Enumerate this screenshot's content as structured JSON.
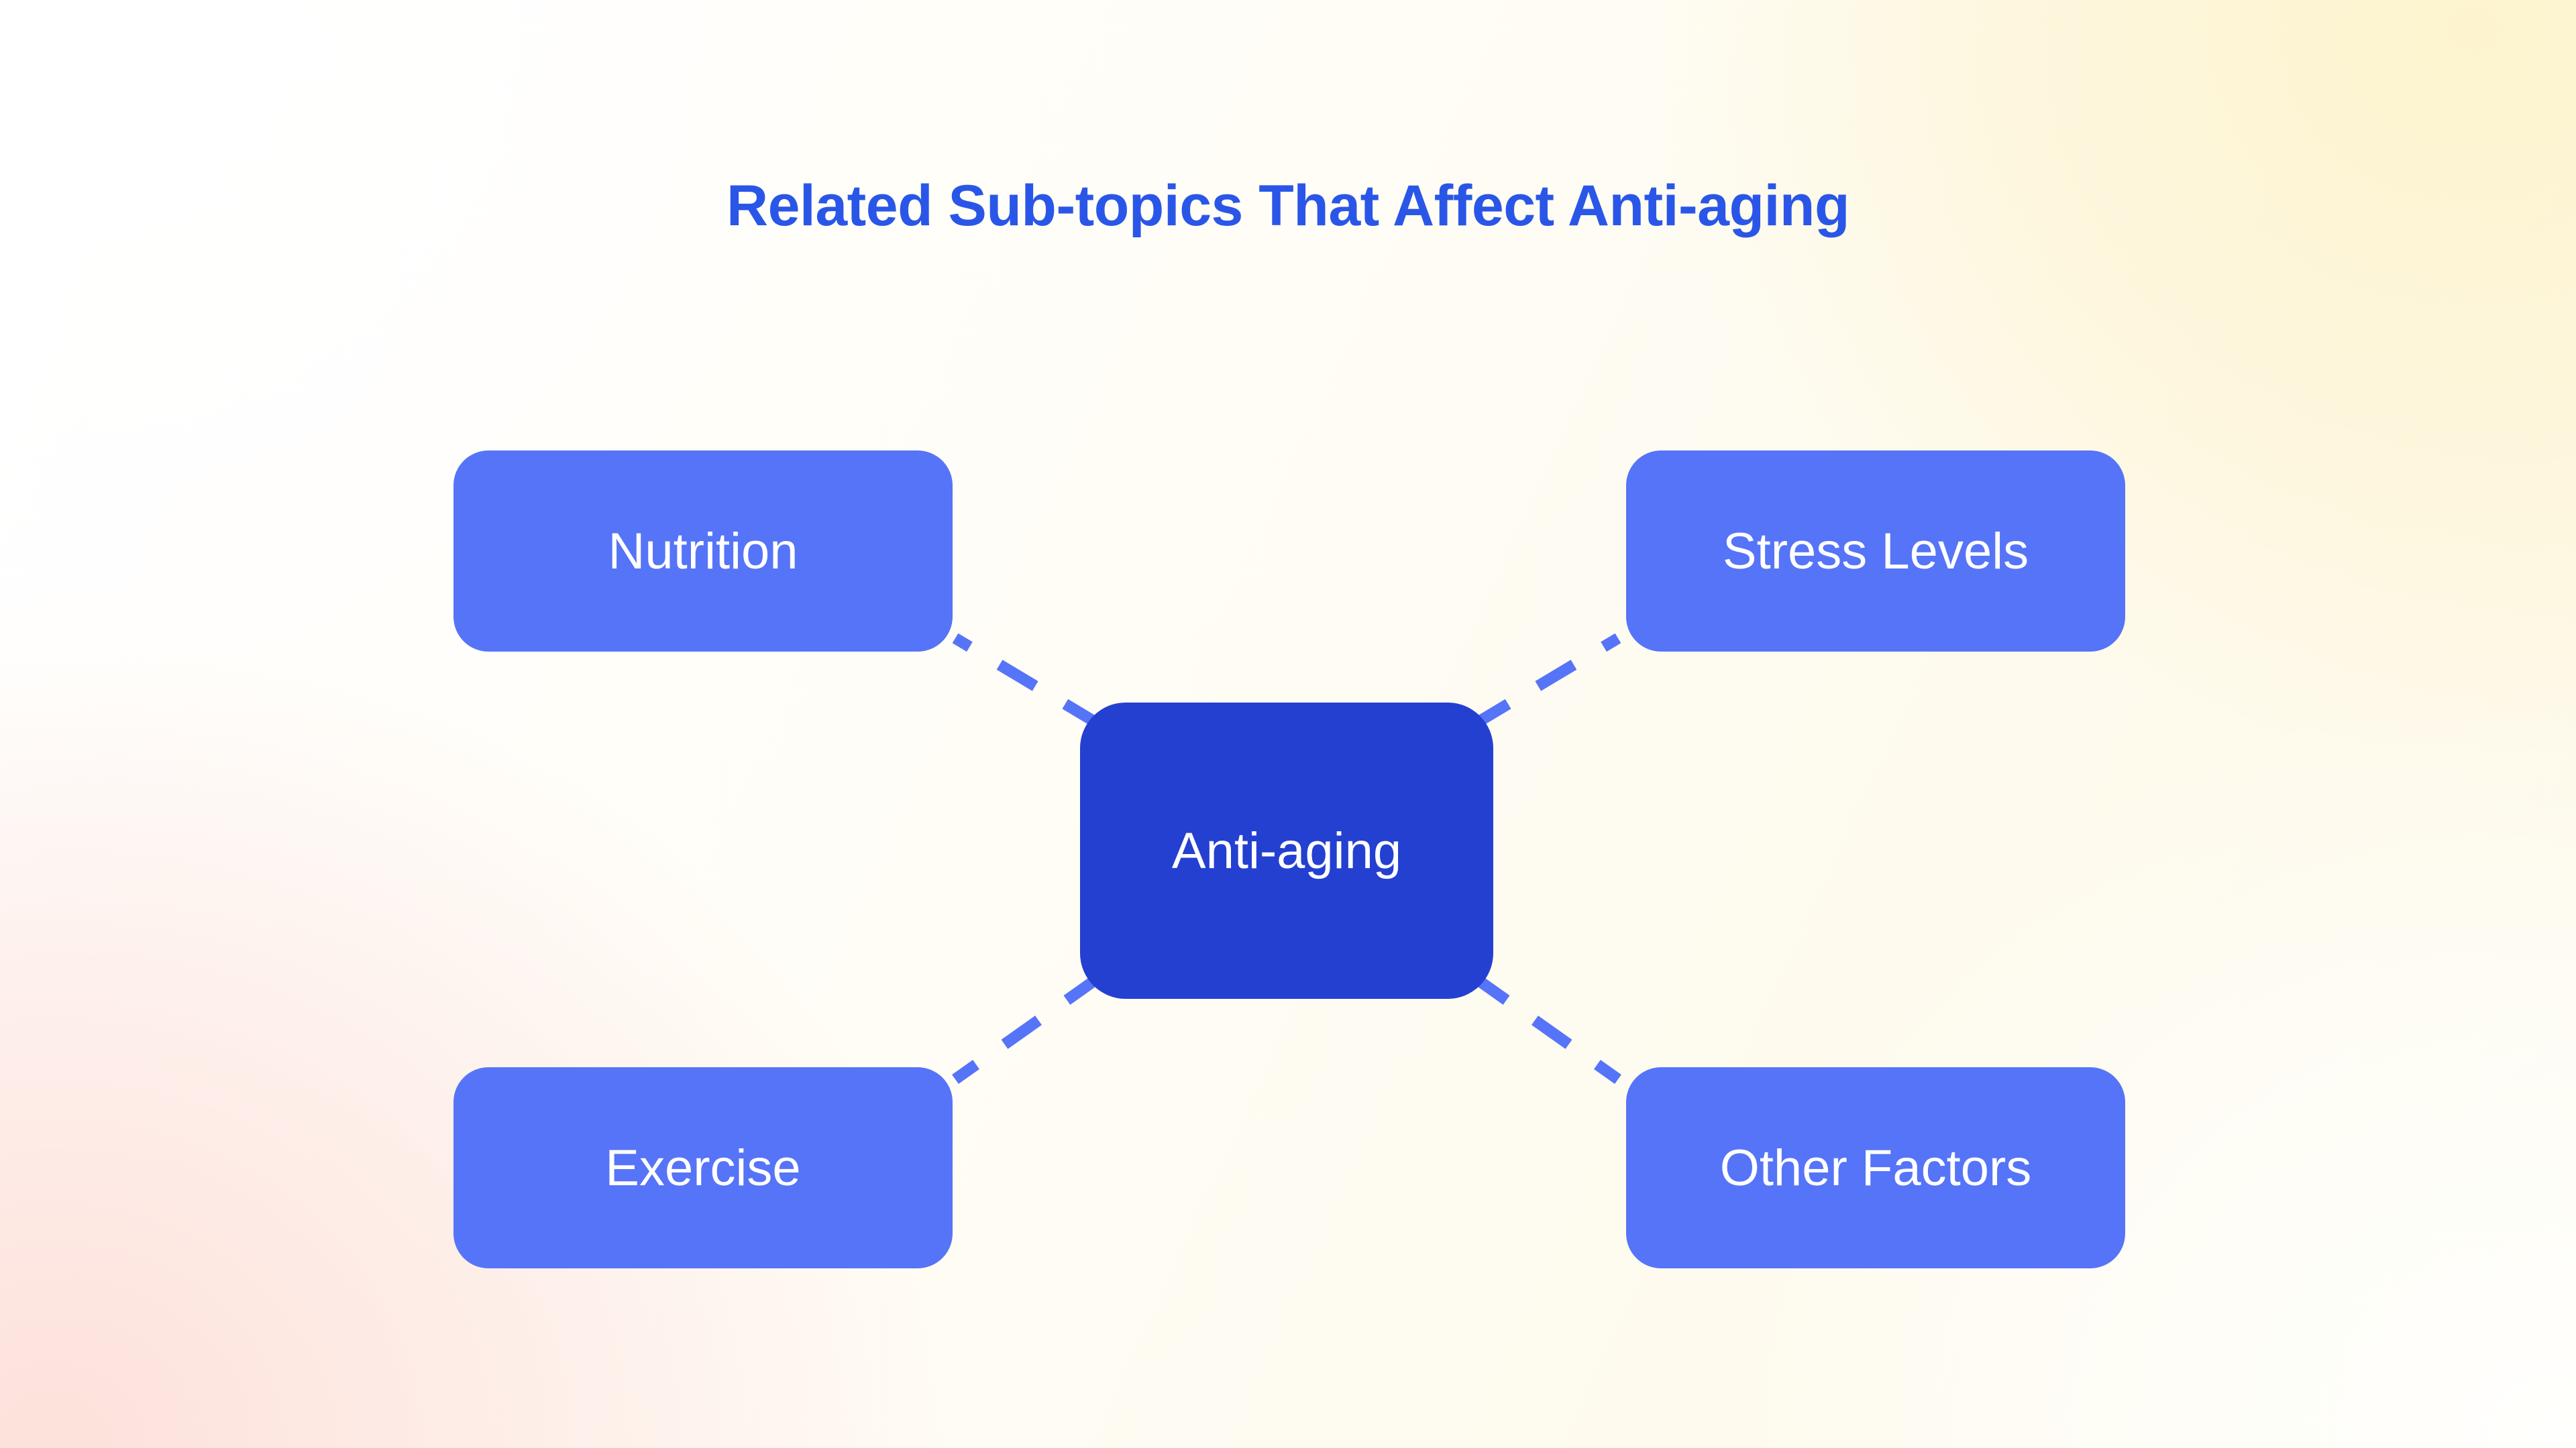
{
  "slide": {
    "title": "Related Sub-topics That Affect Anti-aging",
    "background": {
      "top_left": "#ffffff",
      "top_right": "#fdf8e8",
      "bottom_left": "#fdeeec",
      "bottom_right": "#fffffd"
    }
  },
  "colors": {
    "title_blue": "#2a56e8",
    "node_outer_blue": "#5674f7",
    "node_center_blue": "#2440d1",
    "node_text": "#ffffff",
    "connector_blue": "#5674f7"
  },
  "diagram": {
    "type": "mind-map",
    "center": {
      "id": "anti-aging",
      "label": "Anti-aging"
    },
    "branches": [
      {
        "id": "nutrition",
        "label": "Nutrition",
        "position": "top-left"
      },
      {
        "id": "stress-levels",
        "label": "Stress Levels",
        "position": "top-right"
      },
      {
        "id": "exercise",
        "label": "Exercise",
        "position": "bottom-left"
      },
      {
        "id": "other-factors",
        "label": "Other Factors",
        "position": "bottom-right"
      }
    ],
    "connectors": [
      {
        "from": "anti-aging",
        "to": "nutrition",
        "style": "dashed"
      },
      {
        "from": "anti-aging",
        "to": "stress-levels",
        "style": "dashed"
      },
      {
        "from": "anti-aging",
        "to": "exercise",
        "style": "dashed"
      },
      {
        "from": "anti-aging",
        "to": "other-factors",
        "style": "dashed"
      }
    ]
  }
}
